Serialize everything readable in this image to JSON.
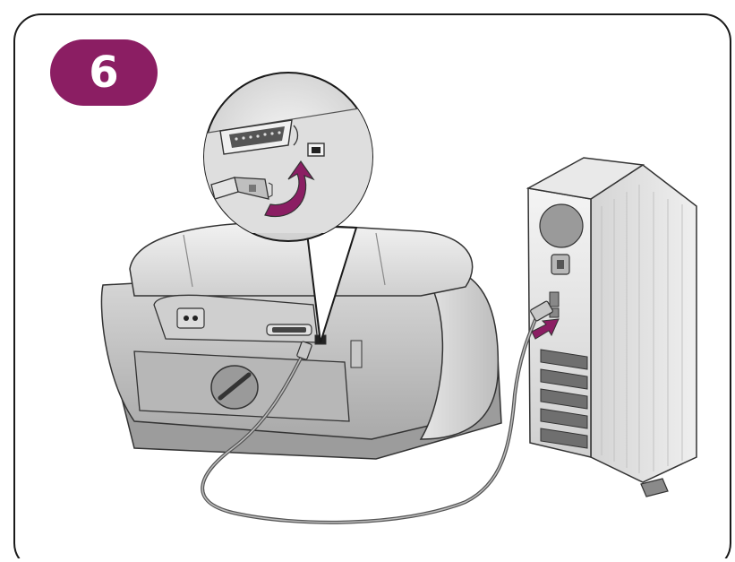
{
  "step": {
    "number": "6",
    "badge_color": "#8b1e63"
  },
  "scene": {
    "frame_border_color": "#1a1a1a",
    "arrow_color": "#8b1e63",
    "items": [
      "printer",
      "parallel-port",
      "usb-port",
      "usb-cable",
      "computer-tower",
      "zoom-callout"
    ]
  }
}
